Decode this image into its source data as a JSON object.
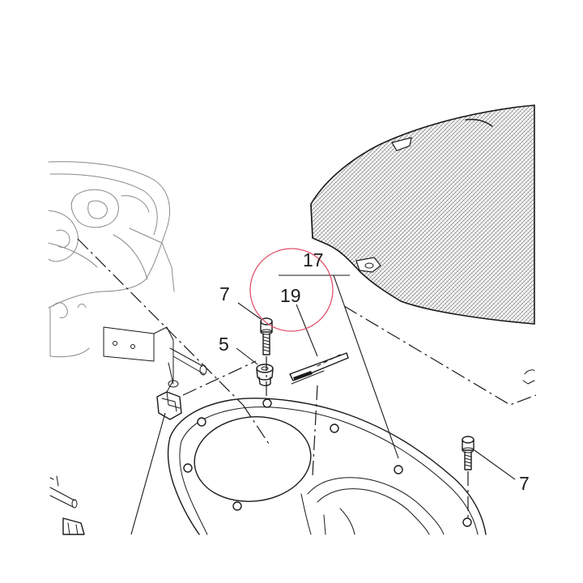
{
  "callouts": {
    "c17": "17",
    "c19": "19",
    "c7_top": "7",
    "c5": "5",
    "c7_right": "7"
  },
  "colors": {
    "line": "#1a1a1a",
    "highlight_circle": "#e0506a",
    "mesh_fill": "#cfcfcf"
  }
}
